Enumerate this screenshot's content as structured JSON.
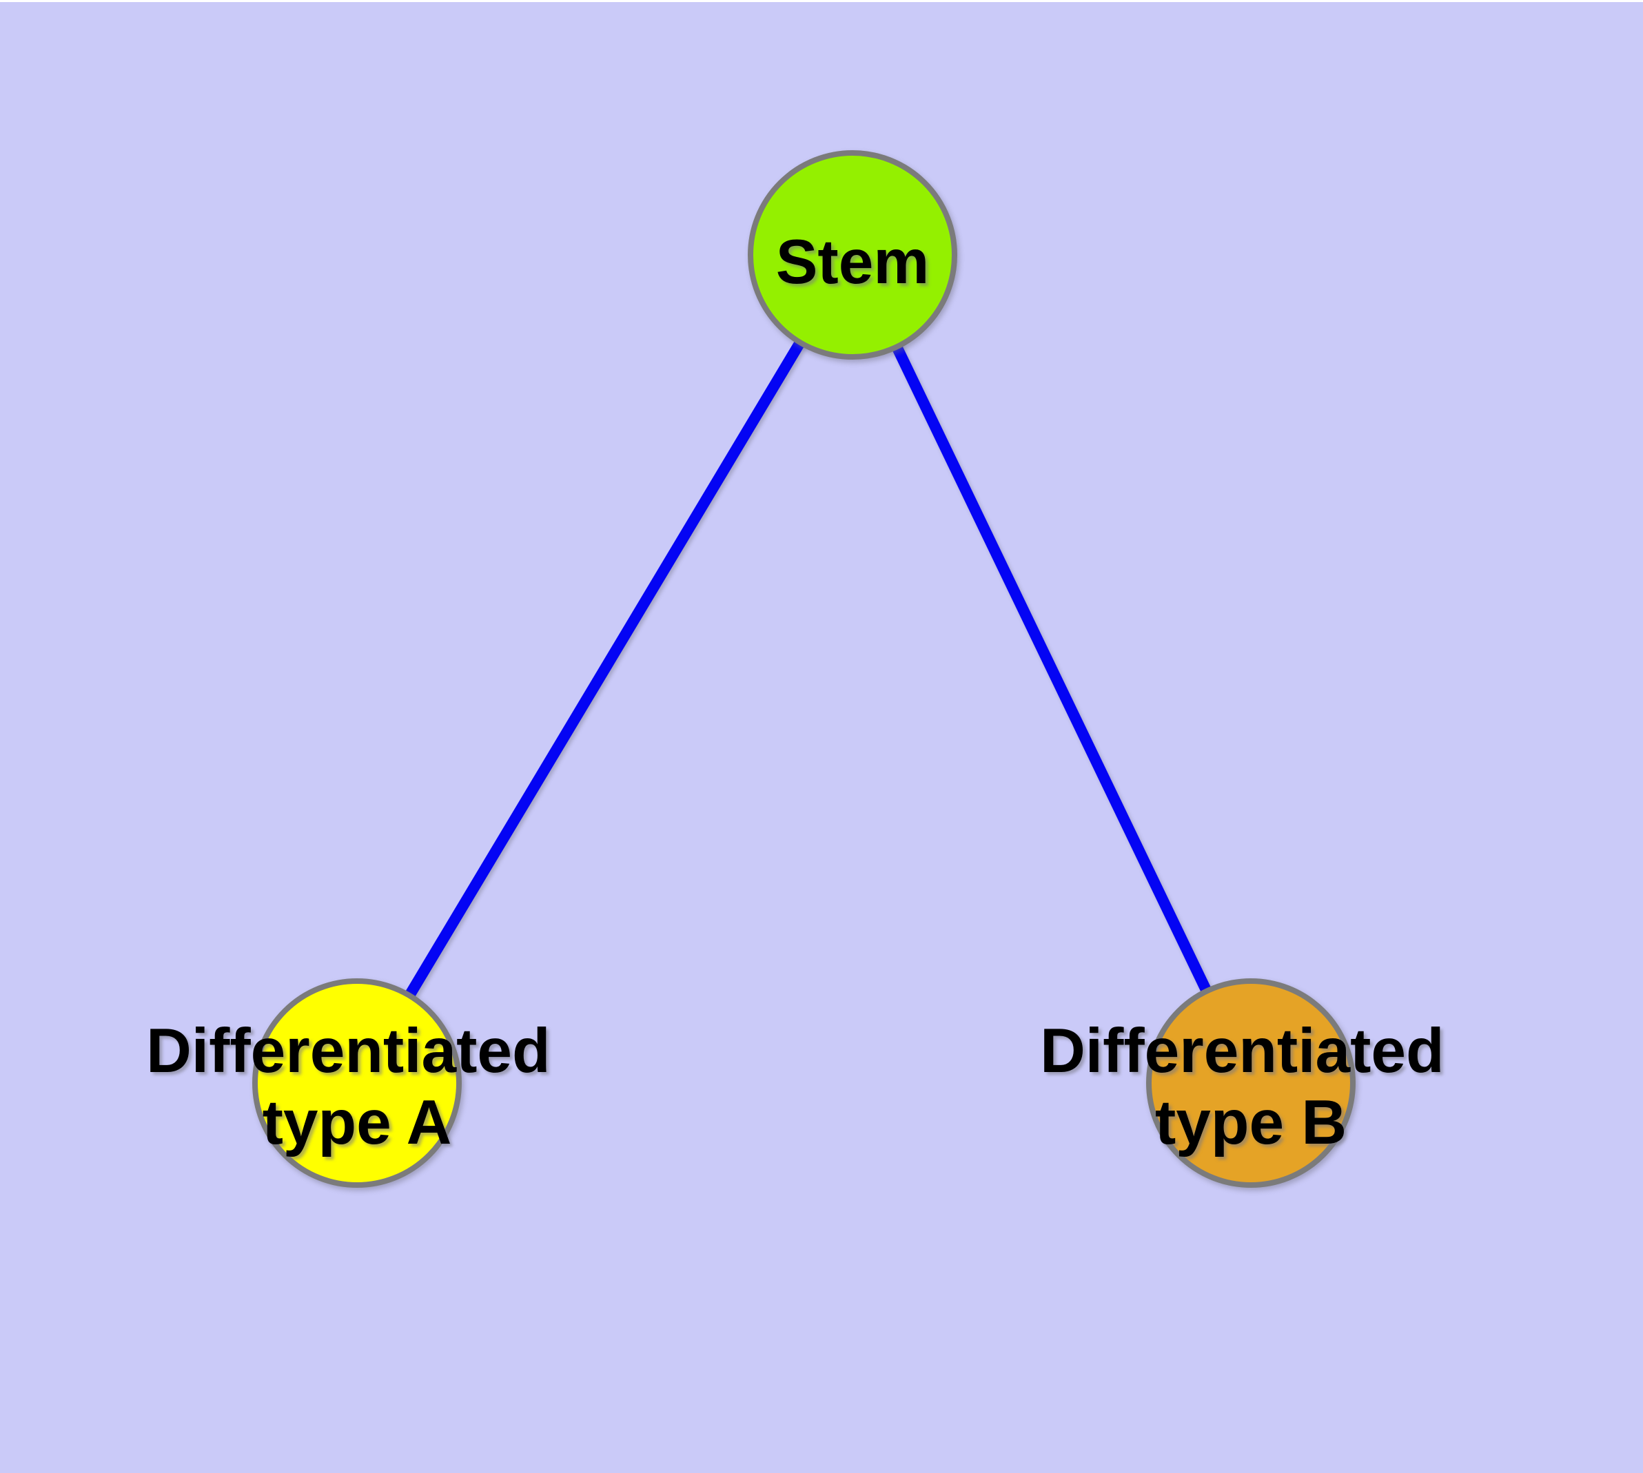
{
  "canvas": {
    "background_color": "#cacaf8",
    "top_edge_highlight_color": "#ffffff"
  },
  "graph": {
    "edge_color": "#0404f4",
    "node_border_color": "#7b7b7b",
    "label_color": "#000000",
    "nodes": [
      {
        "id": "stem",
        "label": "Stem",
        "fill_color": "#94f000"
      },
      {
        "id": "differentiated-type-a",
        "label_line1": "Differentiated",
        "label_line2": "type A",
        "fill_color": "#ffff00"
      },
      {
        "id": "differentiated-type-b",
        "label_line1": "Differentiated",
        "label_line2": "type B",
        "fill_color": "#e5a326"
      }
    ],
    "edges": [
      {
        "from": "Stem",
        "to": "Differentiated type A"
      },
      {
        "from": "Stem",
        "to": "Differentiated type B"
      }
    ]
  }
}
